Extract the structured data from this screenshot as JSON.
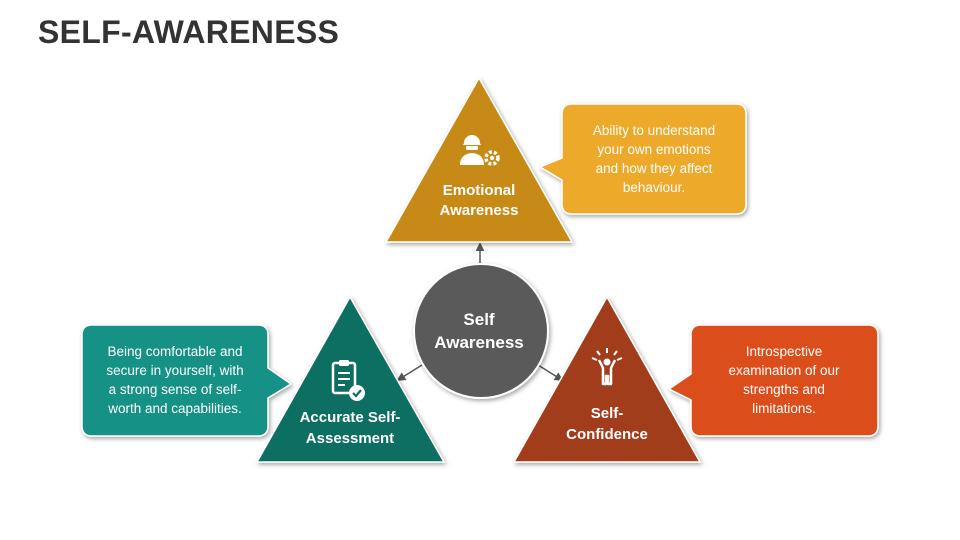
{
  "title": "SELF-AWARENESS",
  "colors": {
    "emotional": "#C88A14",
    "emotional_bubble": "#EDA92A",
    "assessment": "#0E6E62",
    "assessment_bubble": "#159185",
    "confidence": "#A23E1B",
    "confidence_bubble": "#DC4E1C",
    "center": "#5A5A5A"
  },
  "center": {
    "line1": "Self",
    "line2": "Awareness"
  },
  "emotional": {
    "icon": "worker-gear-icon",
    "line1": "Emotional",
    "line2": "Awareness",
    "desc": [
      "Ability to understand",
      "your own emotions",
      "and how they affect",
      "behaviour."
    ]
  },
  "assessment": {
    "icon": "clipboard-check-icon",
    "line1": "Accurate Self-",
    "line2": "Assessment",
    "desc": [
      "Being comfortable and",
      "secure in yourself, with",
      "a strong sense of self-",
      "worth and capabilities."
    ]
  },
  "confidence": {
    "icon": "confident-person-icon",
    "line1": "Self-",
    "line2": "Confidence",
    "desc": [
      "Introspective",
      "examination of our",
      "strengths and",
      "limitations."
    ]
  }
}
